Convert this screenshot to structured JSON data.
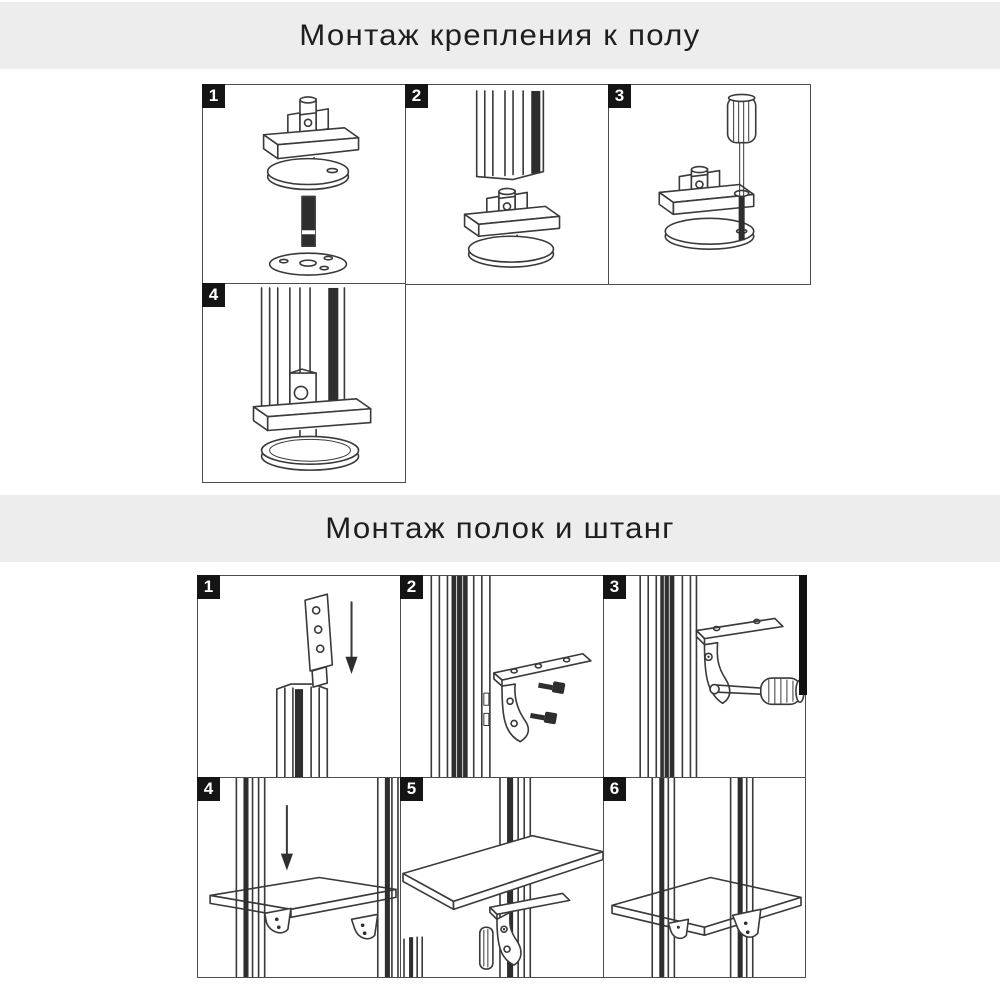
{
  "colors": {
    "page_bg": "#ffffff",
    "banner_bg": "#ededed",
    "banner_text": "#1e1e1e",
    "badge_bg": "#141414",
    "badge_text": "#ffffff",
    "drawing_line": "#3a3a3a",
    "panel_border": "#4d4d4d"
  },
  "sections": [
    {
      "title": "Монтаж крепления к полу",
      "steps": [
        {
          "number": "1",
          "illustration": "exploded-foot-assembly-diagram"
        },
        {
          "number": "2",
          "illustration": "post-above-foot-diagram"
        },
        {
          "number": "3",
          "illustration": "screwdriver-fixing-foot-diagram"
        },
        {
          "number": "4",
          "illustration": "post-mounted-on-foot-diagram"
        }
      ]
    },
    {
      "title": "Монтаж полок и штанг",
      "steps": [
        {
          "number": "1",
          "illustration": "insert-plate-into-post-diagram"
        },
        {
          "number": "2",
          "illustration": "bracket-and-screws-diagram"
        },
        {
          "number": "3",
          "illustration": "screwdriver-fixing-bracket-diagram"
        },
        {
          "number": "4",
          "illustration": "lower-shelf-onto-brackets-diagram"
        },
        {
          "number": "5",
          "illustration": "shelf-corner-on-bracket-diagram"
        },
        {
          "number": "6",
          "illustration": "assembled-shelf-diagram"
        }
      ]
    }
  ]
}
